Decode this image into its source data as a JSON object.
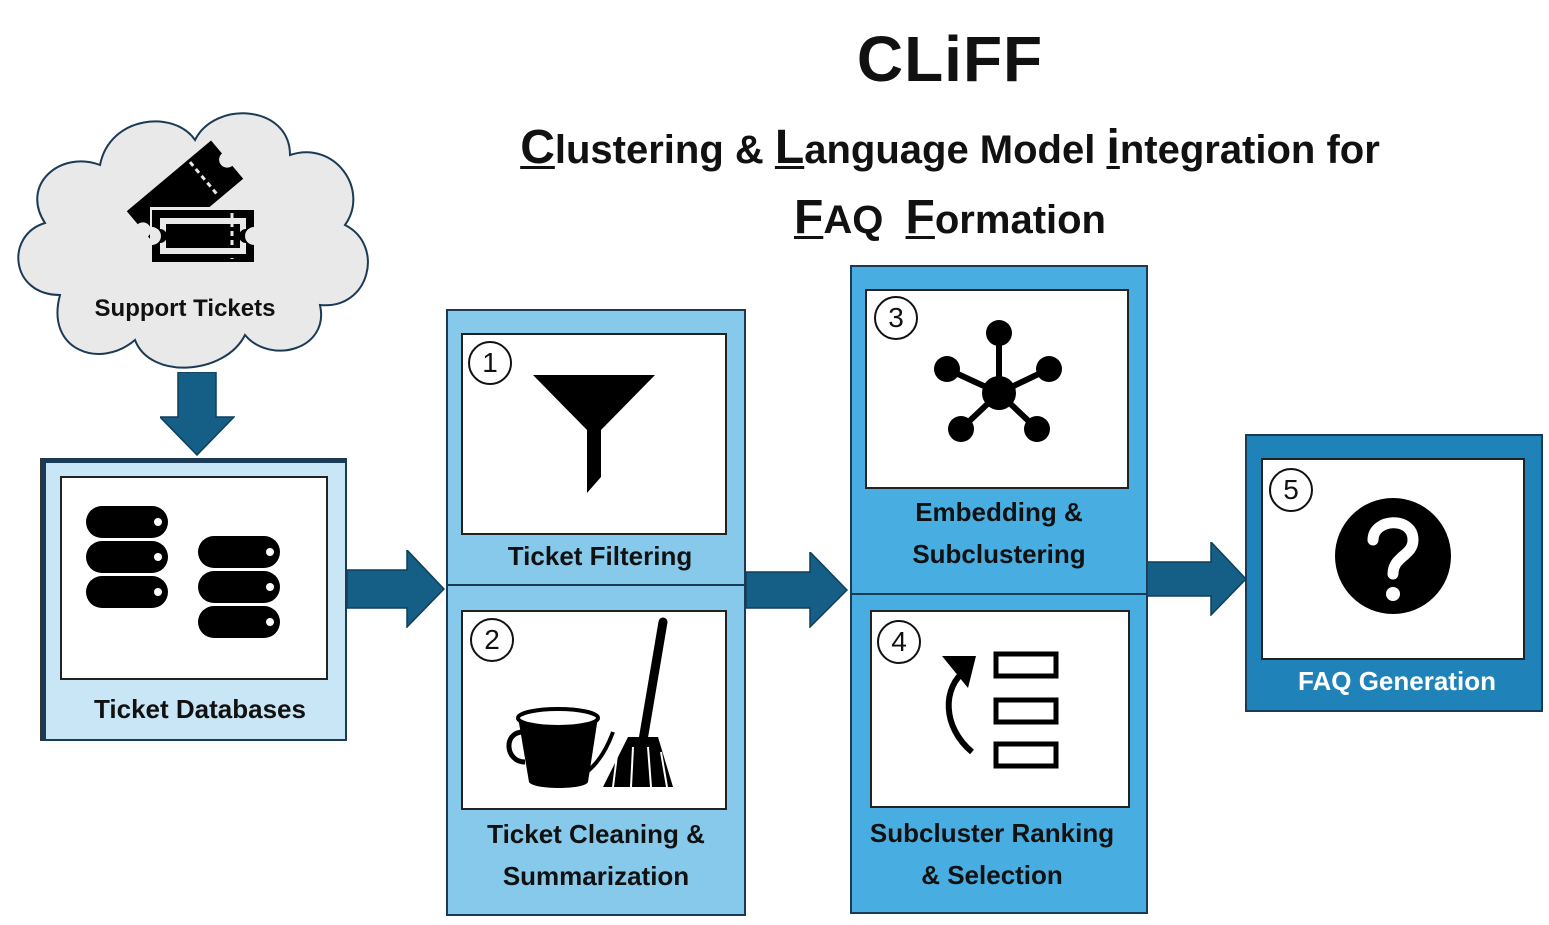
{
  "title": "CLiFF",
  "subtitle": {
    "line1": [
      {
        "cap": "C",
        "rest": "lustering & "
      },
      {
        "cap": "L",
        "rest": "anguage Model "
      },
      {
        "cap": "i",
        "rest": "ntegration for"
      }
    ],
    "line2": [
      {
        "cap": "F",
        "rest": "AQ  "
      },
      {
        "cap": "F",
        "rest": "ormation"
      }
    ]
  },
  "source": {
    "label": "Support Tickets",
    "icon": "ticket-icon"
  },
  "databases": {
    "label": "Ticket Databases",
    "icon": "database-icon"
  },
  "steps": [
    {
      "number": "1",
      "label": "Ticket Filtering",
      "icon": "filter-funnel-icon"
    },
    {
      "number": "2",
      "label_lines": [
        "Ticket Cleaning &",
        "Summarization"
      ],
      "icon": "bucket-mop-icon"
    },
    {
      "number": "3",
      "label_lines": [
        "Embedding &",
        "Subclustering"
      ],
      "icon": "network-hub-icon"
    },
    {
      "number": "4",
      "label_lines": [
        "Subcluster Ranking",
        "& Selection"
      ],
      "icon": "ranking-list-icon"
    },
    {
      "number": "5",
      "label": "FAQ Generation",
      "icon": "question-mark-icon"
    }
  ],
  "colors": {
    "arrow": "#155e85",
    "db_panel": "#c9e6f7",
    "steps_12_panel": "#86c9ea",
    "steps_34_panel": "#48ade0",
    "step_5_panel": "#1f82b8",
    "cloud": "#e9e9e9"
  }
}
